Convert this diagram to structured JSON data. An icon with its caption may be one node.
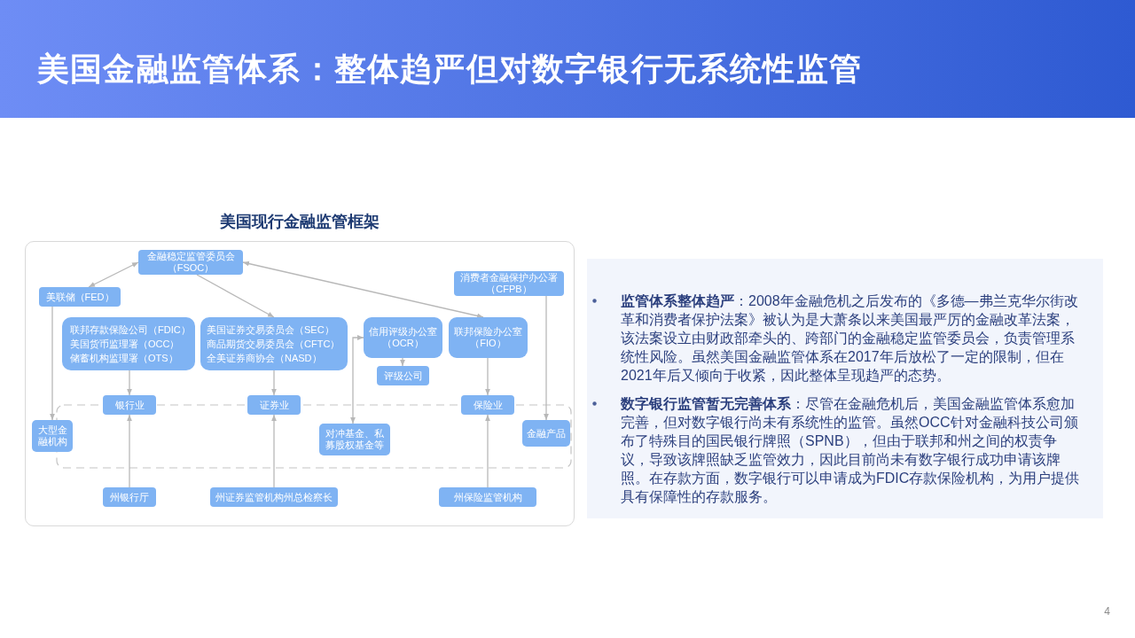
{
  "diagram": {
    "title": "美国金融监管体系：整体趋严但对数字银行无系统性监管",
    "nodes": [
      {
        "text": [
          "金融稳定监管委员会（FSOC）"
        ]
      },
      {
        "text": [
          "美联储（FED）"
        ]
      },
      {
        "text": [
          "消费者金融保护办公署（CFPB）"
        ]
      },
      {
        "text": [
          "联邦存款保险公司（FDIC）",
          "美国货币监理署（OCC）",
          "储蓄机构监理署（OTS）"
        ]
      },
      {
        "text": [
          "美国证券交易委员会（SEC）",
          "商品期货交易委员会（CFTC）",
          "全美证券商协会（NASD）"
        ]
      },
      {
        "text": [
          "信用评级办公室（OCR）"
        ]
      },
      {
        "text": [
          "联邦保险办公室（FIO）"
        ]
      },
      {
        "text": [
          "评级公司"
        ]
      },
      {
        "text": [
          "银行业"
        ]
      },
      {
        "text": [
          "证券业"
        ]
      },
      {
        "text": [
          "保险业"
        ]
      },
      {
        "text": [
          "大型金融机构"
        ]
      },
      {
        "text": [
          "对冲基金、私募股权基金等"
        ]
      },
      {
        "text": [
          "金融产品"
        ]
      },
      {
        "text": [
          "州银行厅"
        ]
      },
      {
        "text": [
          "州证券监管机构州总检察长"
        ]
      },
      {
        "text": [
          "州保险监管机构"
        ]
      }
    ],
    "edges": [
      {
        "from": 1,
        "to": 0,
        "arrow": "both"
      },
      {
        "from": 0,
        "to": 4,
        "arrow": "to"
      },
      {
        "from": 6,
        "to": 0,
        "arrow": "both"
      },
      {
        "from": 1,
        "to": 11,
        "arrow": "to"
      },
      {
        "from": 3,
        "to": 8,
        "arrow": "to"
      },
      {
        "from": 4,
        "to": 9,
        "arrow": "to"
      },
      {
        "from": 5,
        "to": 7,
        "arrow": "to"
      },
      {
        "from": 6,
        "to": 10,
        "arrow": "to"
      },
      {
        "from": 14,
        "to": 8,
        "arrow": "to"
      },
      {
        "from": 15,
        "to": 9,
        "arrow": "to"
      },
      {
        "from": 16,
        "to": 10,
        "arrow": "to"
      },
      {
        "from": 12,
        "to": 5,
        "arrow": "both"
      },
      {
        "from": 2,
        "to": 13,
        "arrow": "to"
      }
    ],
    "labels": [
      "美国现行金融监管框架",
      "**监管体系整体趋严**：2008年金融危机之后发布的《多德—弗兰克华尔街改革和消费者保护法案》被认为是大萧条以来美国最严厉的金融改革法案，该法案设立由财政部牵头的、跨部门的金融稳定监管委员会，负责管理系统性风险。虽然美国金融监管体系在2017年后放松了一定的限制，但在2021年后又倾向于收紧，因此整体呈现趋严的态势。",
      "**数字银行监管暂无完善体系**：尽管在金融危机后，美国金融监管体系愈加完善，但对数字银行尚未有系统性的监管。虽然OCC针对金融科技公司颁布了特殊目的国民银行牌照（SPNB），但由于联邦和州之间的权责争议，导致该牌照缺乏监管效力，因此目前尚未有数字银行成功申请该牌照。在存款方面，数字银行可以申请成为FDIC存款保险机构，为用户提供具有保障性的存款服务。",
      "4"
    ]
  }
}
